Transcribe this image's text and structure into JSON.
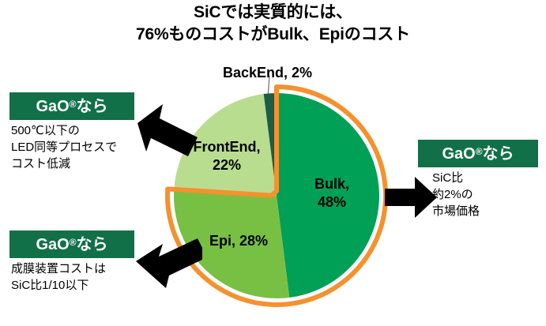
{
  "title": {
    "line1": "SiCでは実質的には、",
    "line2": "76%ものコストがBulk、Epiのコスト"
  },
  "chart_data": {
    "type": "pie",
    "title": "SiCでは実質的には、76%ものコストがBulk、Epiのコスト",
    "categories": [
      "Bulk",
      "Epi",
      "FrontEnd",
      "BackEnd"
    ],
    "values": [
      48,
      28,
      22,
      2
    ],
    "unit": "%",
    "labels": [
      "Bulk, 48%",
      "Epi, 28%",
      "FrontEnd, 22%",
      "BackEnd, 2%"
    ],
    "colors": [
      "#00a057",
      "#77c043",
      "#b9dd8f",
      "#1d5c45"
    ],
    "highlight": {
      "categories": [
        "Bulk",
        "Epi"
      ],
      "total": 76,
      "outline_color": "#f5912e",
      "note": "Bulk+Epi = 76%"
    },
    "legend": "none",
    "grid": false,
    "start_angle_deg": 0,
    "direction": "clockwise"
  },
  "slice_labels": {
    "backend": "BackEnd, 2%",
    "frontend_line1": "FrontEnd,",
    "frontend_line2": "22%",
    "bulk_line1": "Bulk,",
    "bulk_line2": "48%",
    "epi": "Epi, 28%"
  },
  "callouts": {
    "left_top": {
      "heading_pre": "GaO",
      "heading_reg": "®",
      "heading_post": "なら",
      "body_line1": "500℃以下の",
      "body_line2": "LED同等プロセスで",
      "body_line3": "コスト低減"
    },
    "left_bottom": {
      "heading_pre": "GaO",
      "heading_reg": "®",
      "heading_post": "なら",
      "body_line1": "成膜装置コストは",
      "body_line2": "SiC比1/10以下"
    },
    "right": {
      "heading_pre": "GaO",
      "heading_reg": "®",
      "heading_post": "なら",
      "body_line1": "SiC比",
      "body_line2": "約2%の",
      "body_line3": "市場価格"
    }
  },
  "colors": {
    "header_green": "#117048",
    "bulk_green": "#00a057",
    "epi_green": "#77c043",
    "frontend_green": "#b9dd8f",
    "backend_green": "#1d5c45",
    "highlight_orange": "#f5912e",
    "arrow_black": "#000000",
    "text_black": "#000000",
    "background": "#ffffff"
  },
  "arrows": {
    "up_left": "arrow-up-left",
    "down_left": "arrow-down-left",
    "right": "arrow-right"
  }
}
